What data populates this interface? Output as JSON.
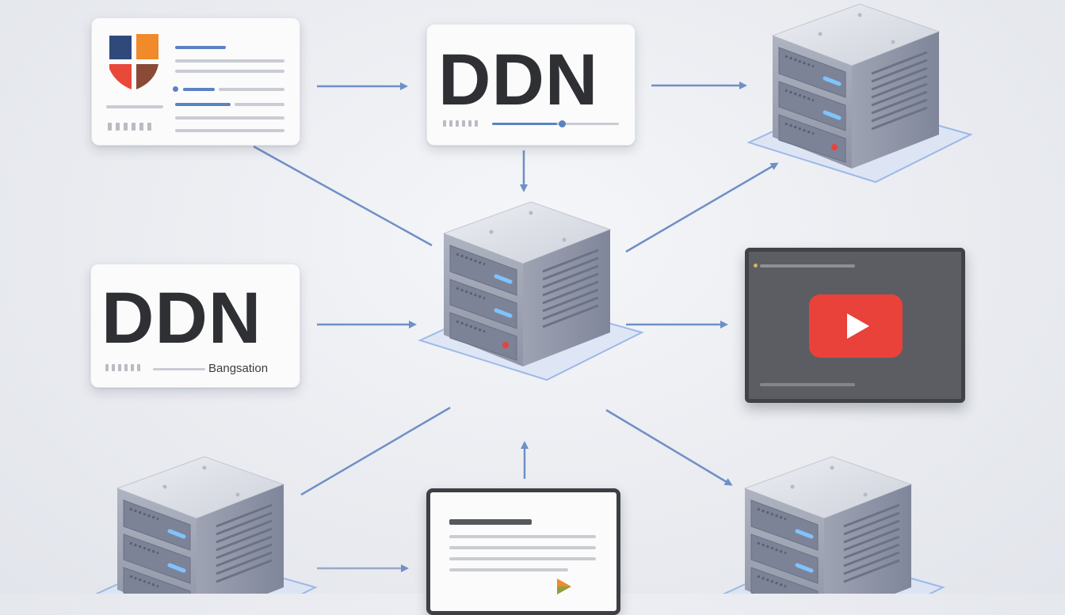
{
  "nodes": {
    "top_center_card": {
      "title": "DDN"
    },
    "mid_left_card": {
      "title": "DDN",
      "subtitle": "Bangsation"
    }
  },
  "icons": {
    "app_logo": "logo-icon",
    "server": "server-icon",
    "video_player": "play-icon",
    "document": "document-icon"
  },
  "colors": {
    "accent_blue": "#5b82c2",
    "arrow_blue": "#6f8fc6",
    "play_red": "#e8423a",
    "logo_orange": "#f08a2a",
    "logo_navy": "#2f4a7a",
    "logo_red": "#e8493a",
    "logo_brown": "#8a4a35"
  }
}
